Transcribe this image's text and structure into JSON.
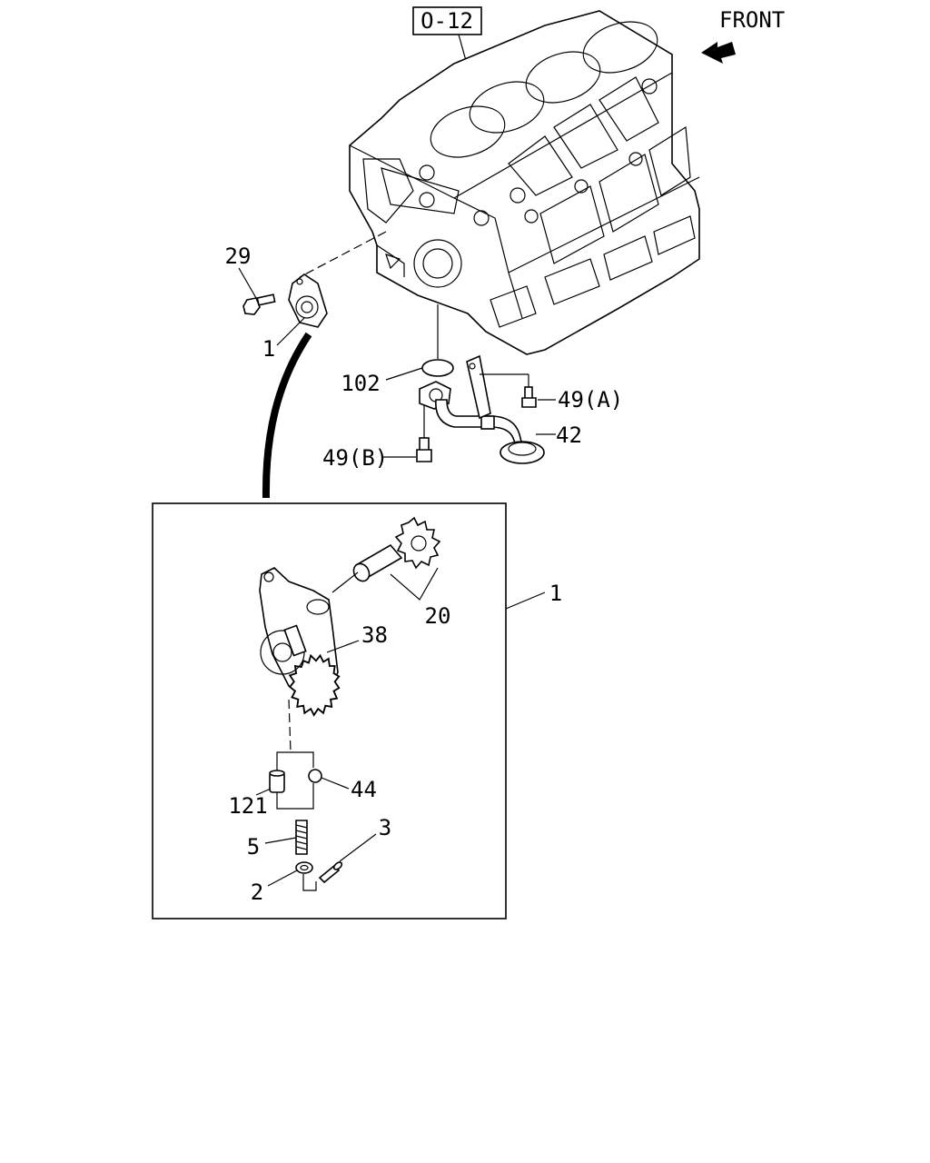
{
  "reference_box": "O-12",
  "direction_label": "FRONT",
  "callouts": {
    "bolt_29": "29",
    "pump_assembly_top": "1",
    "o_ring_102": "102",
    "bolt_49a": "49(A)",
    "strainer_pipe_42": "42",
    "bolt_49b": "49(B)",
    "detail_assembly_1": "1",
    "shaft_gear_20": "20",
    "pump_body_38": "38",
    "ball_44": "44",
    "plug_121": "121",
    "spring_5": "5",
    "washer_2": "2",
    "pin_3": "3"
  }
}
